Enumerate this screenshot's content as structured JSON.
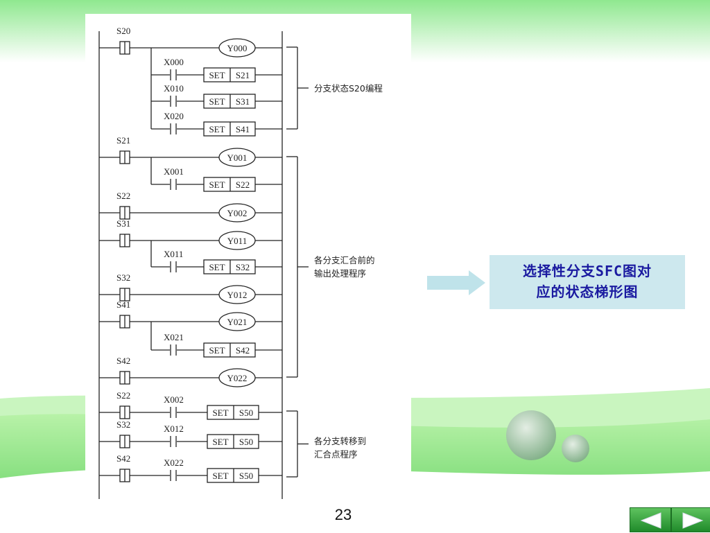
{
  "diagram": {
    "rungs": [
      {
        "contact": "S20",
        "output": "Y000",
        "branches": [
          {
            "input": "X000",
            "set": "S21"
          },
          {
            "input": "X010",
            "set": "S31"
          },
          {
            "input": "X020",
            "set": "S41"
          }
        ]
      },
      {
        "contact": "S21",
        "output": "Y001",
        "branches": [
          {
            "input": "X001",
            "set": "S22"
          }
        ]
      },
      {
        "contact": "S22",
        "output": "Y002",
        "branches": []
      },
      {
        "contact": "S31",
        "output": "Y011",
        "branches": [
          {
            "input": "X011",
            "set": "S32"
          }
        ]
      },
      {
        "contact": "S32",
        "output": "Y012",
        "branches": []
      },
      {
        "contact": "S41",
        "output": "Y021",
        "branches": [
          {
            "input": "X021",
            "set": "S42"
          }
        ]
      },
      {
        "contact": "S42",
        "output": "Y022",
        "branches": []
      }
    ],
    "join_rungs": [
      {
        "contact": "S22",
        "input": "X002",
        "set": "S50"
      },
      {
        "contact": "S32",
        "input": "X012",
        "set": "S50"
      },
      {
        "contact": "S42",
        "input": "X022",
        "set": "S50"
      }
    ],
    "set_label": "SET",
    "annotations": {
      "branch": "分支状态S20编程",
      "output_line1": "各分支汇合前的",
      "output_line2": "输出处理程序",
      "transfer_line1": "各分支转移到",
      "transfer_line2": "汇合点程序"
    }
  },
  "callout": {
    "line1": "选择性分支SFC图对",
    "line2": "应的状态梯形图"
  },
  "page_number": "23",
  "nav": {
    "prev": "previous-slide",
    "next": "next-slide"
  },
  "colors": {
    "accent_green": "#7ee07e",
    "callout_bg": "#cde8ee",
    "callout_text": "#1a1aa0",
    "arrow": "#bfe3ea"
  }
}
